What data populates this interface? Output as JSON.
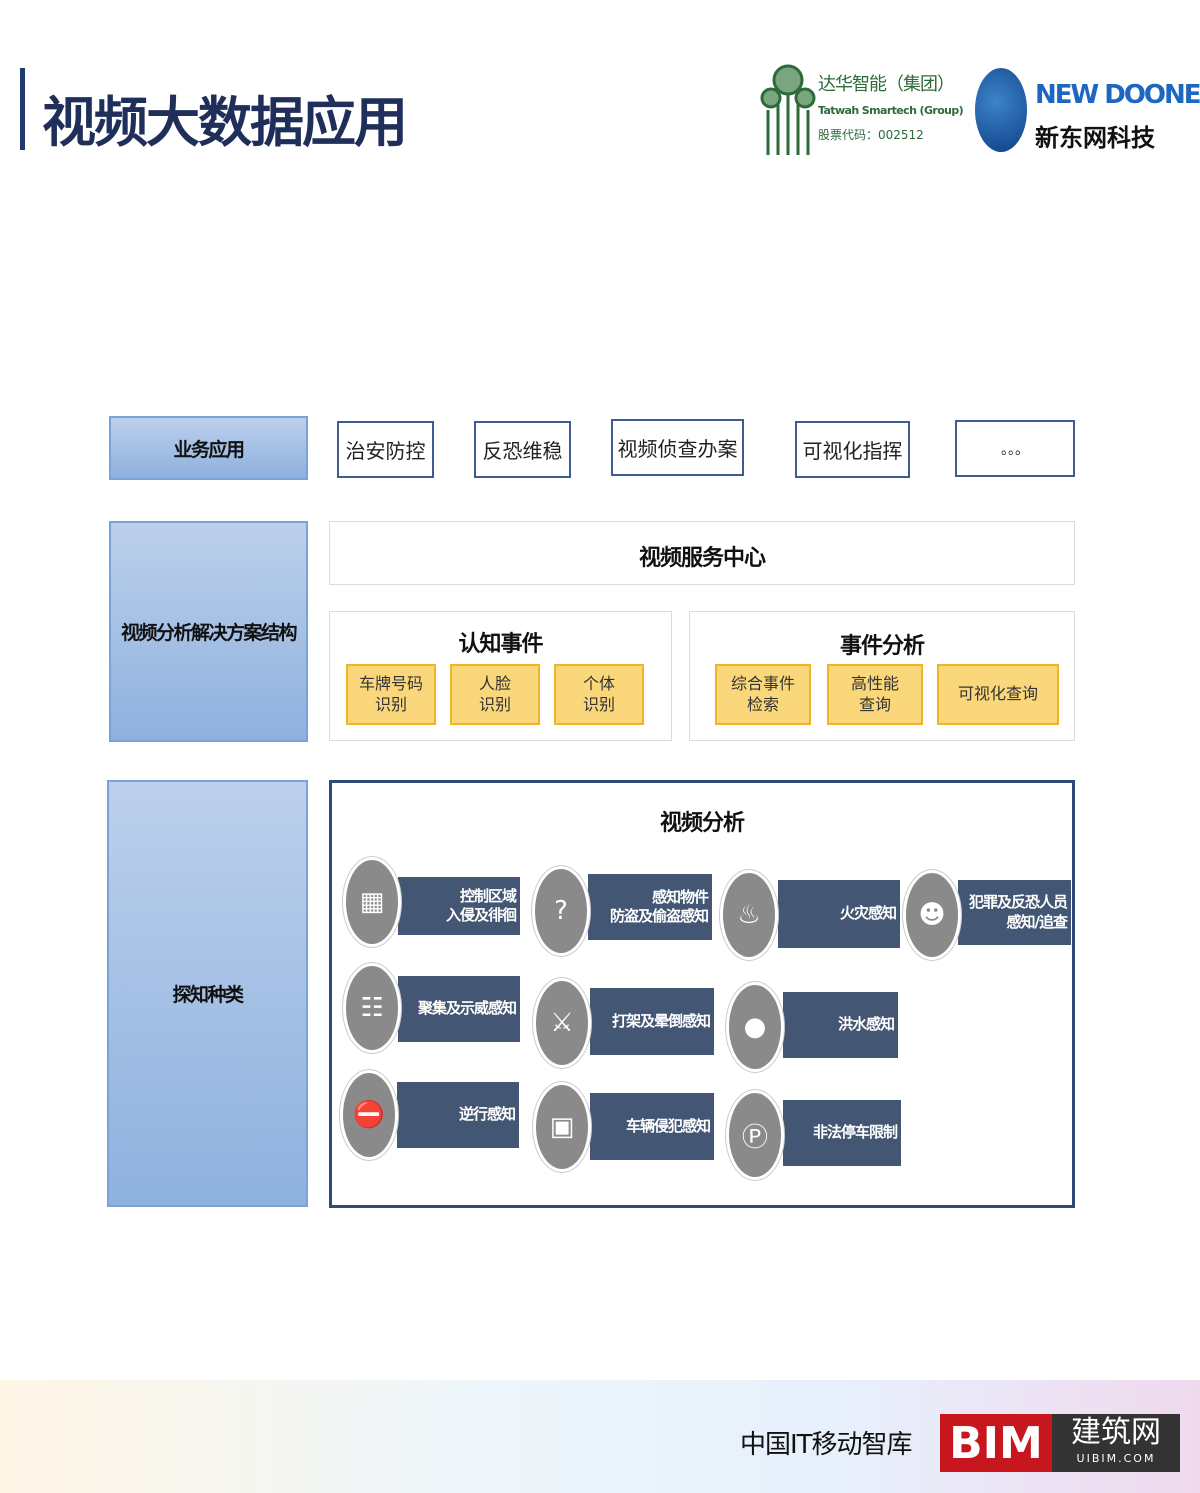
{
  "header": {
    "title": "视频大数据应用"
  },
  "logos": {
    "tatwah": {
      "cn": "达华智能（集团）",
      "en": "Tatwah Smartech (Group)",
      "code": "股票代码：002512"
    },
    "newdoone": {
      "en": "NEW DOONE",
      "cn": "新东网科技"
    }
  },
  "rows": {
    "business": "业务应用",
    "solution": "视频分析解决方案结构",
    "detection": "探知种类"
  },
  "business_apps": [
    "治安防控",
    "反恐维稳",
    "视频侦查办案",
    "可视化指挥",
    "。。。"
  ],
  "video_service_center": "视频服务中心",
  "cognitive": {
    "title": "认知事件",
    "items": [
      "车牌号码\n识别",
      "人脸\n识别",
      "个体\n识别"
    ]
  },
  "event_analysis": {
    "title": "事件分析",
    "items": [
      "综合事件\n检索",
      "高性能\n查询",
      "可视化查询"
    ]
  },
  "video_analysis": {
    "title": "视频分析",
    "items": [
      {
        "label": "控制区域\n入侵及徘徊",
        "icon": "fence-intrusion-icon"
      },
      {
        "label": "感知物件\n防盗及偷盗感知",
        "icon": "question-box-icon"
      },
      {
        "label": "火灾感知",
        "icon": "fire-icon"
      },
      {
        "label": "犯罪及反恐人员\n感知/追查",
        "icon": "running-criminal-icon"
      },
      {
        "label": "聚集及示威感知",
        "icon": "crowd-icon"
      },
      {
        "label": "打架及晕倒感知",
        "icon": "fight-icon"
      },
      {
        "label": "洪水感知",
        "icon": "water-drop-icon"
      },
      {
        "label": "逆行感知",
        "icon": "no-entry-car-icon"
      },
      {
        "label": "车辆侵犯感知",
        "icon": "car-pedestrian-icon"
      },
      {
        "label": "非法停车限制",
        "icon": "no-parking-car-icon"
      }
    ]
  },
  "footer": {
    "text": "中国IT移动智库",
    "bim": "BIM",
    "bim_cn": "建筑网",
    "bim_url": "UIBIM.COM"
  },
  "colors": {
    "title": "#1f2f5a",
    "detect_label_bg": "#435673",
    "yellow": "#fbd77c",
    "bim_red": "#c8161e"
  }
}
